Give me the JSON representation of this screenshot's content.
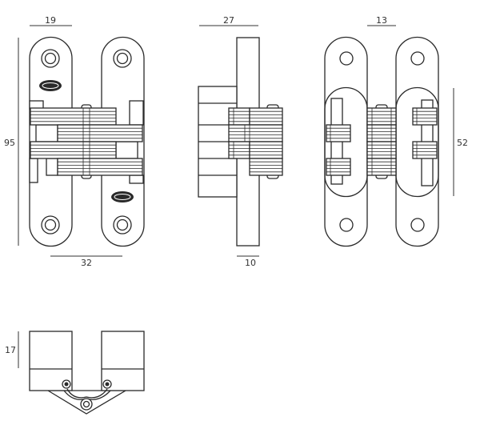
{
  "dimensions": {
    "front_plate_width": "19",
    "side_depth": "27",
    "rear_width": "13",
    "total_height": "95",
    "body_height": "52",
    "hole_spacing": "32",
    "plate_thickness": "10",
    "bottom_height": "17"
  },
  "logo": {
    "color": "#2a2a2a"
  }
}
